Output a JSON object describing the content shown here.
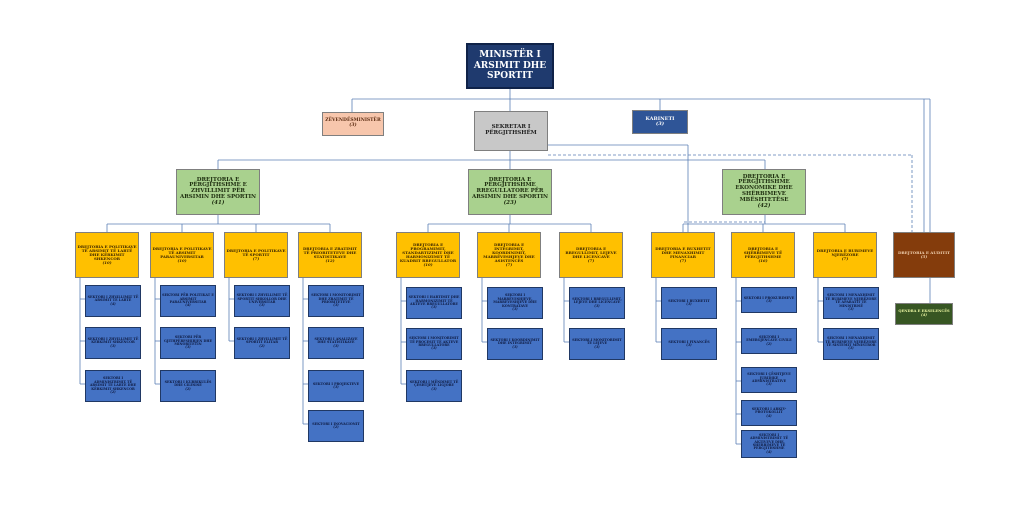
{
  "top": {
    "label": "MINISTËR I ARSIMIT DHE SPORTIT"
  },
  "deputy": {
    "label": "ZËVENDËSMINISTËR",
    "count": "(3)"
  },
  "cabinet": {
    "label": "KABINETI",
    "count": "(3)"
  },
  "secretary": {
    "label": "SEKRETAR I PËRGJITHSHËM"
  },
  "general_directorates": [
    {
      "label": "DREJTORIA E PËRGJITHSHME E ZHVILLIMIT PËR ARSIMIN DHE SPORTIN",
      "count": "(41)"
    },
    {
      "label": "DREJTORIA E PËRGJITHSHME RREGULLATORE PËR ARSIMIN DHE SPORTIN",
      "count": "(23)"
    },
    {
      "label": "DREJTORIA E PËRGJITHSHME EKONOMIKE DHE SHËRBIMEVE MBËSHTETËSE",
      "count": "(42)"
    }
  ],
  "directorates": [
    {
      "label": "DREJTORIA E POLITIKAVE TË ARSIMIT TË LARTË DHE KËRKIMIT SHKENCOR",
      "count": "(10)",
      "sectors": [
        {
          "label": "SEKTORI I ZHVILLIMIT TË ARSIMIT TË LARTË",
          "count": "(4)"
        },
        {
          "label": "SEKTORI I ZHVILLIMIT TË KËRKIMIT SHKENCOR",
          "count": "(3)"
        },
        {
          "label": "SEKTORI I ADMINISTRIMIT TË ARSIMIT TË LARTË DHE KËRKIMIT SHKENCOR",
          "count": "(2)"
        }
      ]
    },
    {
      "label": "DREJTORIA E POLITIKAVE TË ARSIMIT PARAUNIVERSITAR",
      "count": "(10)",
      "sectors": [
        {
          "label": "SEKTORI PËR POLITIKAT E ARSIMIT PARAUNIVERSITAR",
          "count": "(4)"
        },
        {
          "label": "SEKTORI PËR GJITHPËRFSHIRJEN DHE MINORITETIN",
          "count": "(3)"
        },
        {
          "label": "SEKTORI I KURRIKULËS DHE CILËSISË",
          "count": "(2)"
        }
      ]
    },
    {
      "label": "DREJTORIA E POLITIKAVE TË SPORTIT",
      "count": "(7)",
      "sectors": [
        {
          "label": "SEKTORI I ZHVILLIMIT TË SPORTIT SHKOLLOR DHE UNIVERSITAR",
          "count": "(3)"
        },
        {
          "label": "SEKTORI I ZHVILLIMIT TË SPORTIT ELITAR",
          "count": "(2)"
        }
      ]
    },
    {
      "label": "DREJTORIA E ZBATIMIT TË PRIORITETEVE DHE STATISTIKAVE",
      "count": "(12)",
      "sectors": [
        {
          "label": "SEKTORI I MONITORIMIT DHE ZBATIMIT TË PRIORITETEVE",
          "count": "(3)"
        },
        {
          "label": "SEKTORI I ANALIZAVE DHE STATISTIKAVE",
          "count": "(3)"
        },
        {
          "label": "SEKTORI I PROJEKTEVE",
          "count": "(3)"
        },
        {
          "label": "SEKTORI I INOVACIONIT",
          "count": "(2)"
        }
      ]
    },
    {
      "label": "DREJTORIA E PROGRAMIMIT, STANDARTIZIMIT DHE HARMONIZIMIT TË KUADRIT RREGULLATOR",
      "count": "(10)",
      "sectors": [
        {
          "label": "SEKTORI I HARTIMIT DHE HARMONIZIMIT TË AKTEVE RREGULLATORE",
          "count": "(3)"
        },
        {
          "label": "SEKTORI I MONITORIMIT TË PROCESIT TË AKTEVE RREGULLATORE",
          "count": "(3)"
        },
        {
          "label": "SEKTORI I MËNDIMIT TË ÇËSHTJEVE LIGJORE",
          "count": "(3)"
        }
      ]
    },
    {
      "label": "DREJTORIA E INTEGRIMIT, KOORDINIMIT, MARRËVESHJEVE DHE ASISTENCËS",
      "count": "(7)",
      "sectors": [
        {
          "label": "SEKTORI I MARRËVESHJEVE, MARRËVESHJEVE DHE KONTRATAVE",
          "count": "(3)"
        },
        {
          "label": "SEKTORI I KOORDINIMIT DHE INTEGRIMIT",
          "count": "(3)"
        }
      ]
    },
    {
      "label": "DREJTORIA E RREGULLIMIT, LEJEVE DHE LICENCAVE",
      "count": "(7)",
      "sectors": [
        {
          "label": "SEKTORI I RREGULLIMIT, LEJEVE DHE LICENCAVE",
          "count": "(3)"
        },
        {
          "label": "SEKTORI I MONITORIMIT TË LEJEVE",
          "count": "(3)"
        }
      ]
    },
    {
      "label": "DREJTORIA E BUXHETIT DHE MENAXHIMIT FINANCIAR",
      "count": "(7)",
      "sectors": [
        {
          "label": "SEKTORI I BUXHETIT",
          "count": "(3)"
        },
        {
          "label": "SEKTORI I FINANCËS",
          "count": "(3)"
        }
      ]
    },
    {
      "label": "DREJTORIA E SHËRBIMEVE TË PËRGJITHSHME",
      "count": "(16)",
      "sectors": [
        {
          "label": "SEKTORI I PROKURIMEVE",
          "count": "(3)"
        },
        {
          "label": "SEKTORI I EMERGJENCAVE CIVILE",
          "count": "(2)"
        },
        {
          "label": "SEKTORI I ÇËSHTJEVE JURIDIKE ADMINISTRATIVE",
          "count": "(3)"
        },
        {
          "label": "SEKTORI I ARKIV-PROTOKOLLIT",
          "count": "(4)"
        },
        {
          "label": "SEKTORI I ADMINISTRIMIT TË AKTIVEVE DHE SHËRBIMEVE TË PËRGJITHSHME",
          "count": "(4)"
        }
      ]
    },
    {
      "label": "DREJTORIA E BURIMEVE NJERËZORE",
      "count": "(7)",
      "sectors": [
        {
          "label": "SEKTORI I MENAXHIMIT TË BURIMEVE NJERËZORE TË APARATIT TË MINISTRISË",
          "count": "(3)"
        },
        {
          "label": "SEKTORI I MENAXHIMIT TË BURIMEVE NJERËZORE TË SISTEMIT MINISTROR",
          "count": "(3)"
        }
      ]
    }
  ],
  "audit": {
    "label": "DREJTORIA E AUDITIT",
    "count": "(5)"
  },
  "excellence": {
    "label": "QENDRA E EKSELENCËS",
    "count": "(4)"
  }
}
